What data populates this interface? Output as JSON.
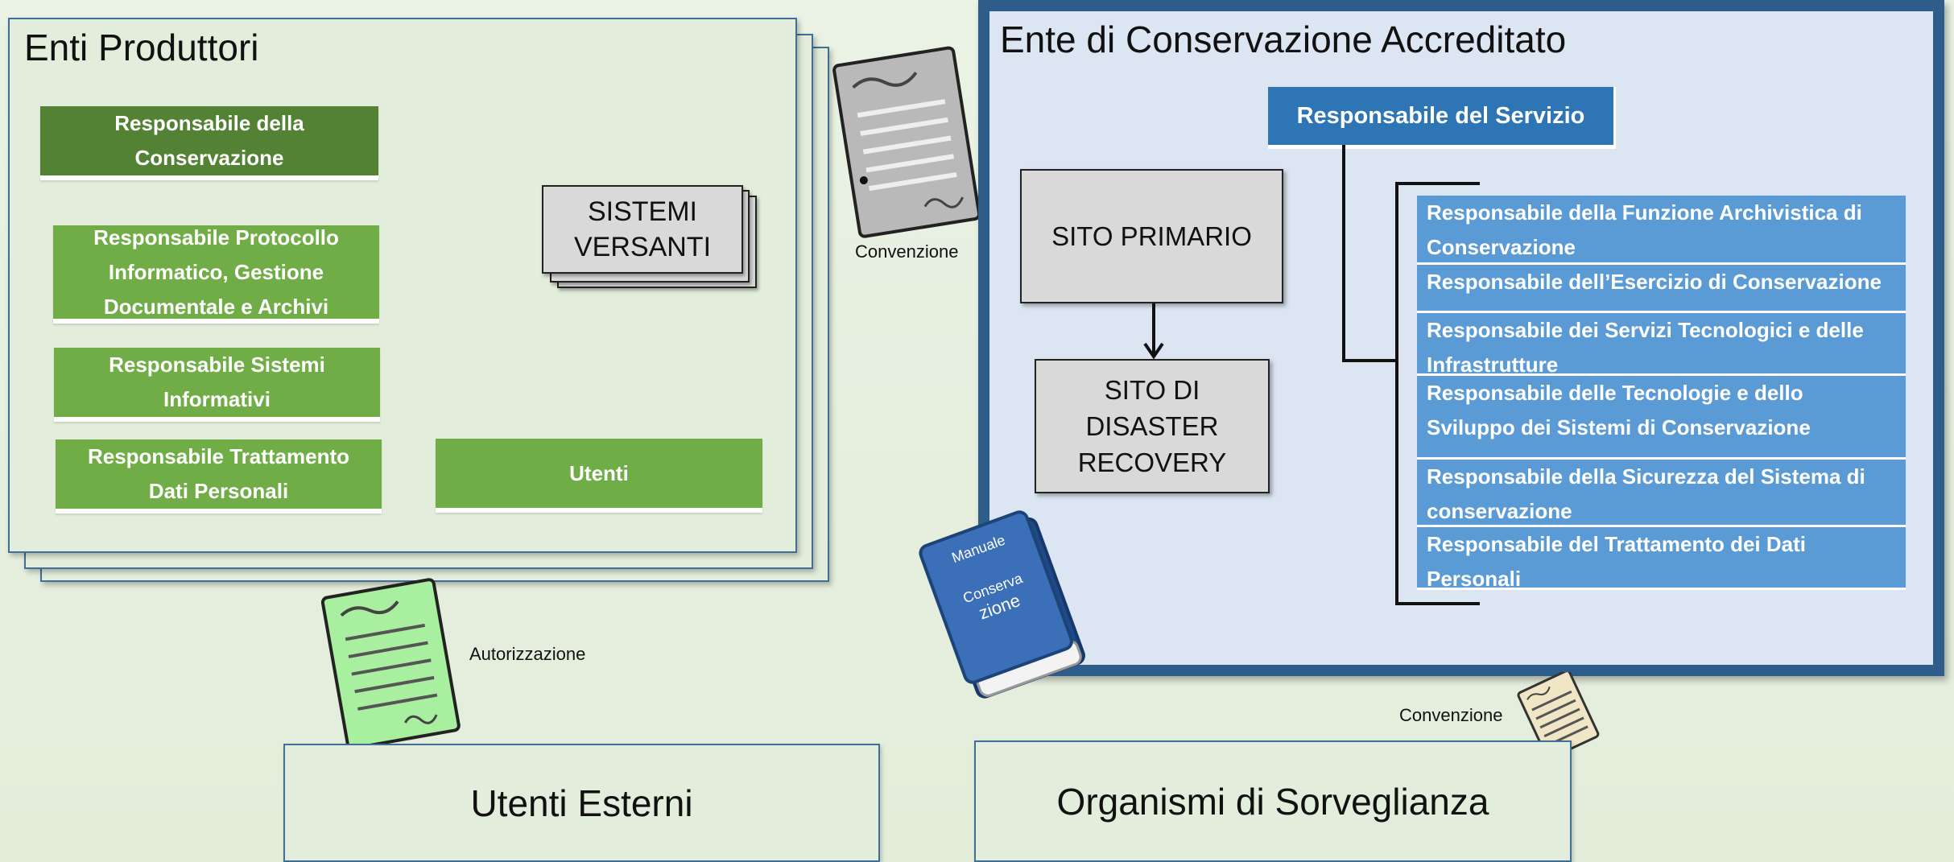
{
  "enti_produttori": {
    "title": "Enti Produttori",
    "responsabile_conservazione": "Responsabile della Conservazione",
    "responsabile_protocollo": "Responsabile Protocollo Informatico, Gestione Documentale e Archivi",
    "responsabile_sistemi": "Responsabile Sistemi Informativi",
    "responsabile_trattamento": "Responsabile Trattamento Dati Personali",
    "utenti": "Utenti",
    "sistemi_versanti": "SISTEMI VERSANTI"
  },
  "ente_conservazione": {
    "title": "Ente di Conservazione Accreditato",
    "responsabile_servizio": "Responsabile del Servizio",
    "sito_primario": "SITO PRIMARIO",
    "sito_disaster": "SITO DI DISASTER RECOVERY",
    "responsabili": [
      "Responsabile della Funzione Archivistica di Conservazione",
      "Responsabile dell’Esercizio di Conservazione",
      "Responsabile dei Servizi Tecnologici e delle Infrastrutture",
      "Responsabile delle Tecnologie e dello Sviluppo dei Sistemi di Conservazione",
      "Responsabile della Sicurezza del Sistema di conservazione",
      "Responsabile del Trattamento dei Dati Personali"
    ]
  },
  "manual_book": {
    "line1": "Manuale",
    "line2": "Conserva",
    "line3": "zione"
  },
  "documents": {
    "convenzione_top": "Convenzione",
    "autorizzazione": "Autorizzazione",
    "convenzione_bottom": "Convenzione"
  },
  "bottom": {
    "utenti_esterni": "Utenti Esterni",
    "organismi": "Organismi di Sorveglianza"
  },
  "colors": {
    "green_dark": "#548235",
    "green_light": "#70ad47",
    "blue_item": "#5b9bd5",
    "blue_header": "#2e75b6",
    "frame_blue": "#2e5d8c",
    "doc_green": "#a8f0a0",
    "doc_grey": "#bdbdbd",
    "book_blue": "#2f5fa7"
  },
  "icons": [
    "document-icon",
    "manual-book-icon",
    "arrow-down-icon"
  ]
}
